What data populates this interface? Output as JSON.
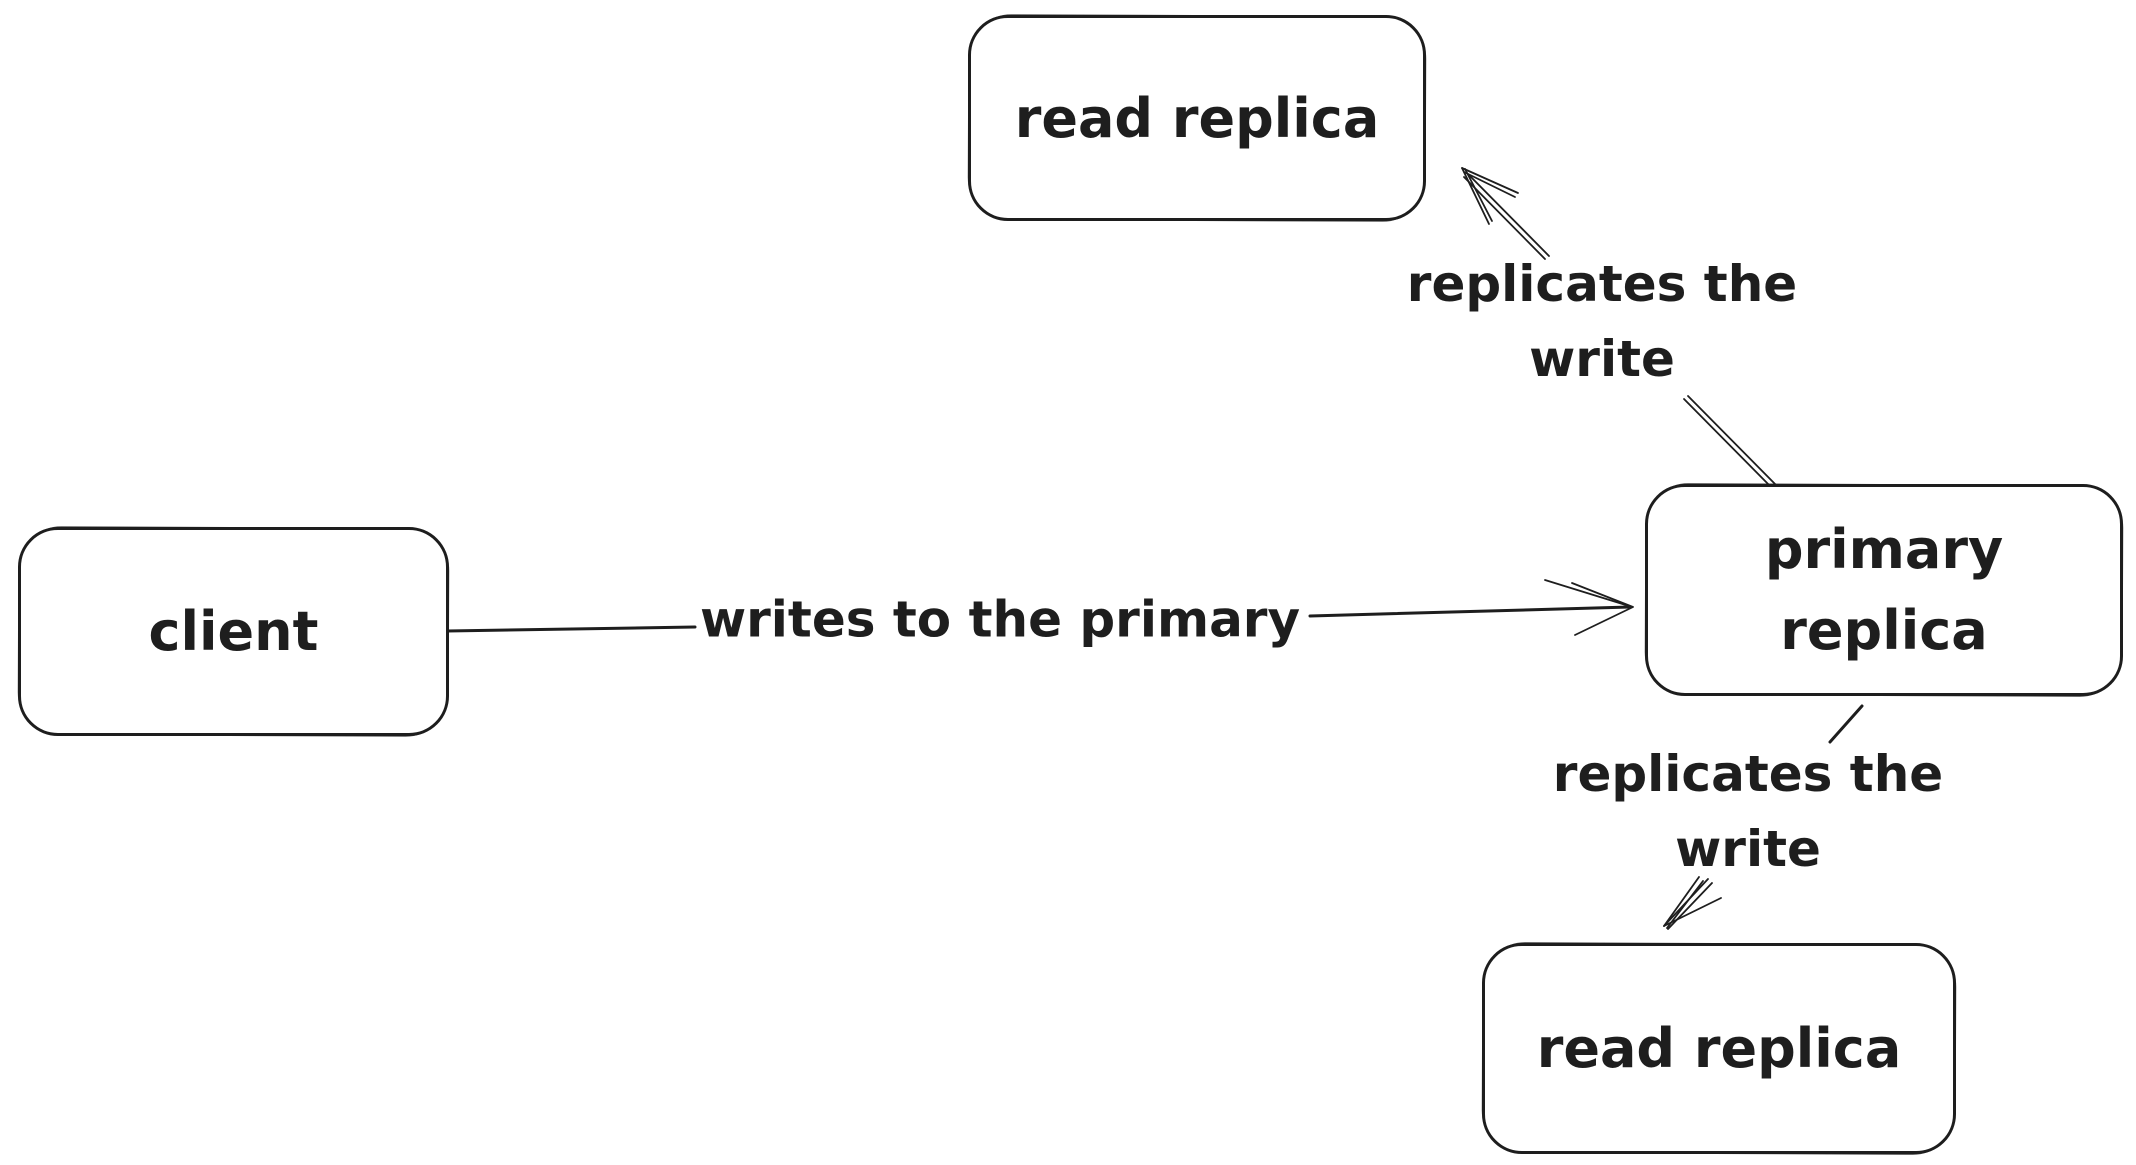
{
  "diagram": {
    "background_color": "#ffffff",
    "stroke_color": "#1e1e1e",
    "nodes": {
      "read_replica_top": {
        "label": "read replica"
      },
      "client": {
        "label": "client"
      },
      "primary_replica": {
        "label": "primary replica"
      },
      "read_replica_bottom": {
        "label": "read replica"
      }
    },
    "edges": {
      "writes": {
        "label": "writes to the primary",
        "from": "client",
        "to": "primary_replica"
      },
      "replicates_top": {
        "label": "replicates the write",
        "from": "primary_replica",
        "to": "read_replica_top"
      },
      "replicates_bottom": {
        "label": "replicates the write",
        "from": "primary_replica",
        "to": "read_replica_bottom"
      }
    }
  }
}
